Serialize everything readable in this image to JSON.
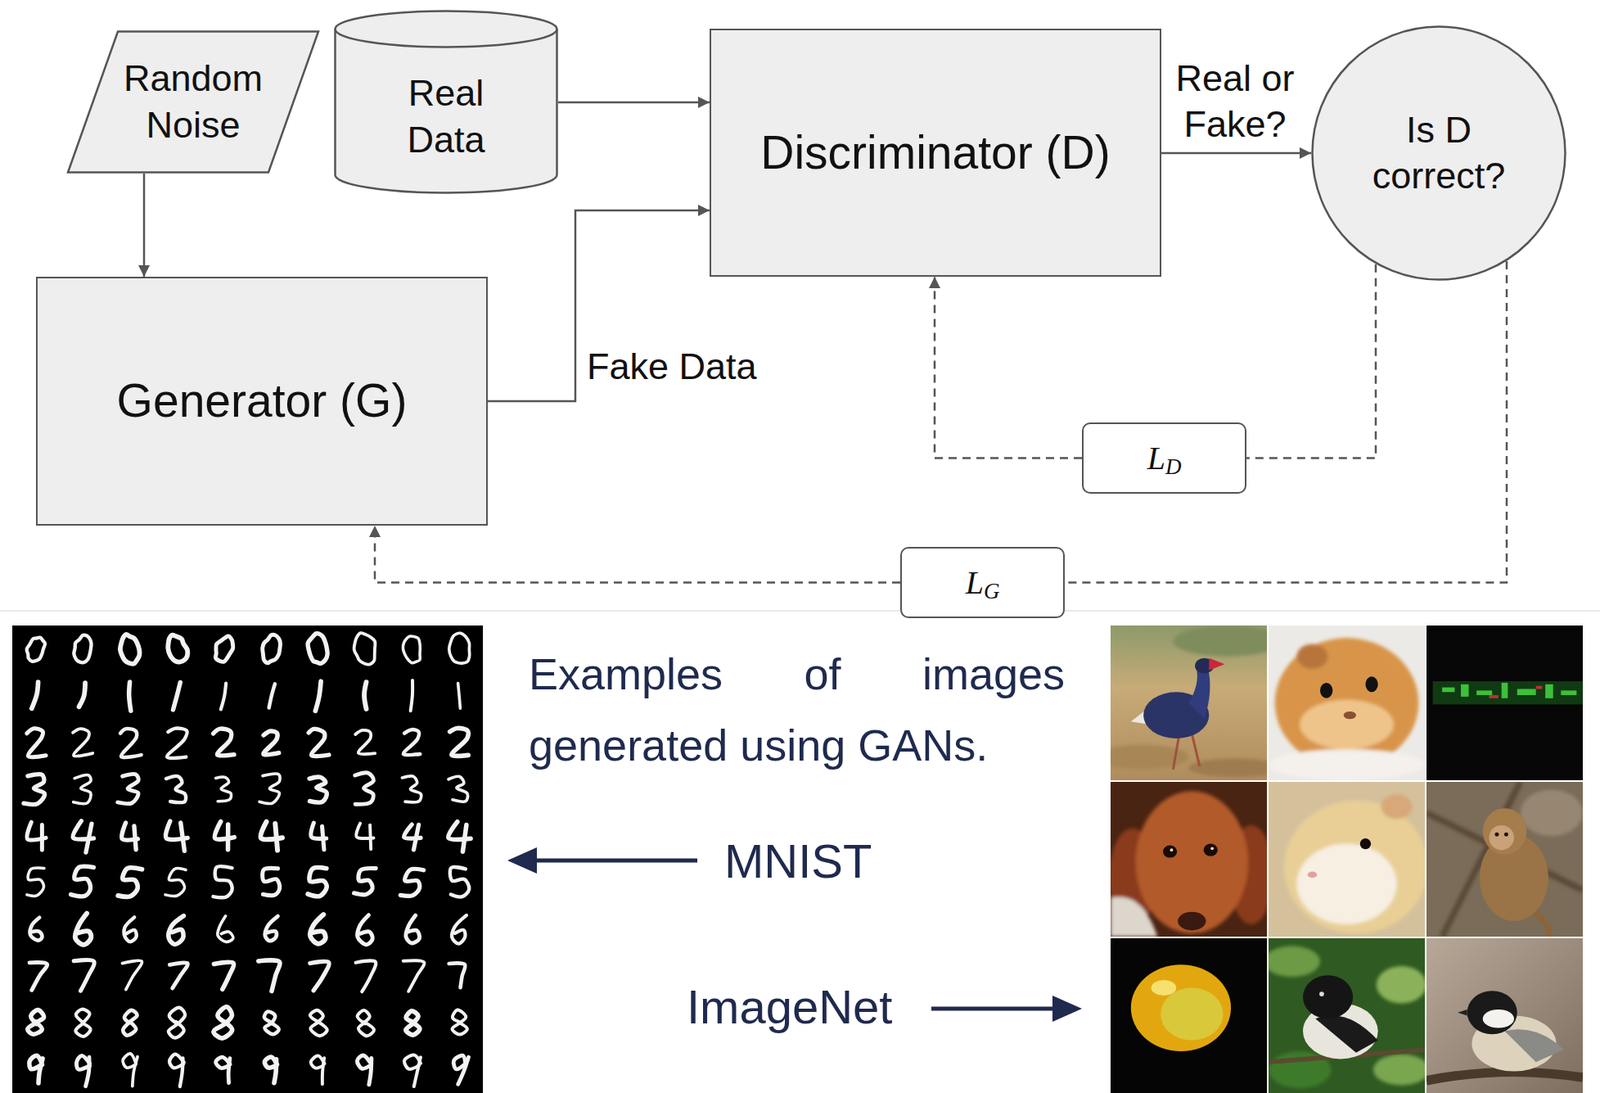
{
  "diagram": {
    "nodes": [
      {
        "text": [
          "Random Noise"
        ]
      },
      {
        "text": [
          "Real Data"
        ]
      },
      {
        "text": [
          "Discriminator (D)"
        ]
      },
      {
        "text": [
          "Is D correct?"
        ]
      },
      {
        "text": [
          "Generator (G)"
        ]
      },
      {
        "text": [
          "L",
          "D"
        ]
      },
      {
        "text": [
          "L",
          "G"
        ]
      }
    ],
    "edges": [
      {
        "from": 0,
        "to": 4,
        "arrow": "to"
      },
      {
        "from": 1,
        "to": 2,
        "arrow": "to"
      },
      {
        "from": 4,
        "to": 2,
        "label": "Fake Data",
        "arrow": "to"
      },
      {
        "from": 2,
        "to": 3,
        "label": "Real or Fake?",
        "arrow": "to"
      },
      {
        "from": 3,
        "to": 5,
        "arrow": "none"
      },
      {
        "from": 5,
        "to": 2,
        "arrow": "to"
      },
      {
        "from": 3,
        "to": 6,
        "arrow": "none"
      },
      {
        "from": 6,
        "to": 4,
        "arrow": "to"
      }
    ],
    "labels": [
      "Examples of images generated using GANs.",
      "MNIST",
      "ImageNet"
    ]
  }
}
